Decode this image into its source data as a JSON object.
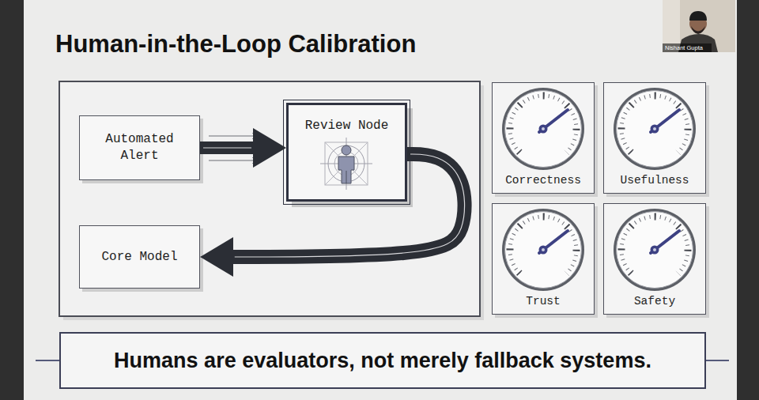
{
  "diagram": {
    "title": "Human-in-the-Loop Calibration",
    "nodes": [
      {
        "text": [
          "Automated Alert"
        ]
      },
      {
        "text": [
          "Review Node"
        ]
      },
      {
        "text": [
          "Core Model"
        ]
      },
      {
        "text": [
          "Correctness"
        ]
      },
      {
        "text": [
          "Usefulness"
        ]
      },
      {
        "text": [
          "Trust"
        ]
      },
      {
        "text": [
          "Safety"
        ]
      },
      {
        "text": [
          "Humans are evaluators, not merely fallback systems."
        ]
      }
    ],
    "edges": [
      {
        "from": 0,
        "to": 1,
        "arrow": "to"
      },
      {
        "from": 1,
        "to": 2,
        "arrow": "to"
      }
    ],
    "labels": [
      "Nishant Gupta"
    ]
  }
}
